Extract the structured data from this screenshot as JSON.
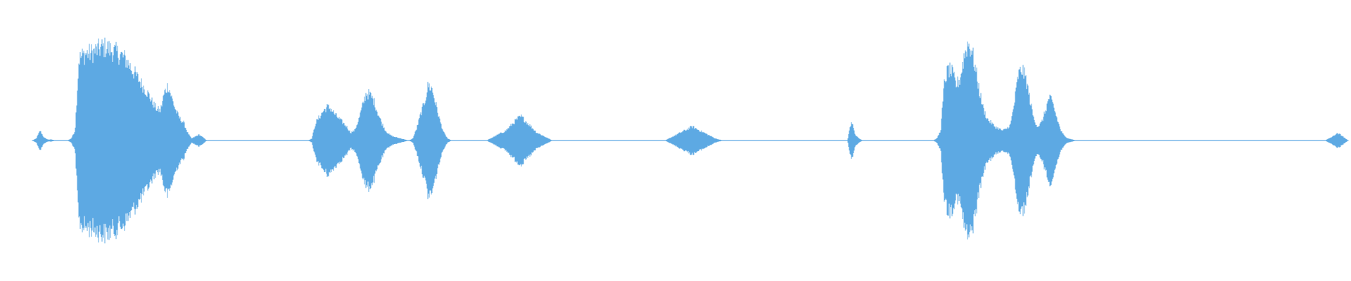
{
  "waveform": {
    "color": "#5DA9E3",
    "background": "#FFFFFF",
    "amplitude_profile": [
      0.0,
      0.02,
      0.1,
      0.03,
      0.01,
      0.01,
      0.0,
      0.0,
      0.0,
      0.0,
      0.02,
      0.1,
      0.82,
      0.86,
      0.88,
      0.88,
      0.9,
      0.92,
      0.94,
      0.94,
      0.92,
      0.9,
      0.88,
      0.86,
      0.82,
      0.76,
      0.7,
      0.64,
      0.58,
      0.52,
      0.46,
      0.38,
      0.32,
      0.3,
      0.48,
      0.56,
      0.42,
      0.3,
      0.22,
      0.18,
      0.08,
      0.02,
      0.04,
      0.06,
      0.03,
      0.0,
      0.0,
      0.0,
      0.0,
      0.0,
      0.0,
      0.0,
      0.0,
      0.0,
      0.0,
      0.0,
      0.0,
      0.0,
      0.0,
      0.0,
      0.0,
      0.0,
      0.0,
      0.0,
      0.0,
      0.0,
      0.0,
      0.0,
      0.0,
      0.0,
      0.0,
      0.0,
      0.02,
      0.18,
      0.24,
      0.3,
      0.34,
      0.32,
      0.26,
      0.22,
      0.18,
      0.14,
      0.08,
      0.1,
      0.2,
      0.34,
      0.48,
      0.46,
      0.4,
      0.28,
      0.18,
      0.1,
      0.06,
      0.04,
      0.03,
      0.02,
      0.01,
      0.0,
      0.02,
      0.12,
      0.26,
      0.38,
      0.56,
      0.52,
      0.36,
      0.2,
      0.08,
      0.02,
      0.0,
      0.0,
      0.0,
      0.0,
      0.0,
      0.0,
      0.0,
      0.0,
      0.0,
      0.0,
      0.02,
      0.04,
      0.06,
      0.08,
      0.1,
      0.14,
      0.18,
      0.22,
      0.24,
      0.2,
      0.16,
      0.12,
      0.08,
      0.06,
      0.04,
      0.02,
      0.0,
      0.0,
      0.0,
      0.0,
      0.0,
      0.0,
      0.0,
      0.0,
      0.0,
      0.0,
      0.0,
      0.0,
      0.0,
      0.0,
      0.0,
      0.0,
      0.0,
      0.0,
      0.0,
      0.0,
      0.0,
      0.0,
      0.0,
      0.0,
      0.0,
      0.0,
      0.0,
      0.0,
      0.0,
      0.0,
      0.02,
      0.04,
      0.06,
      0.08,
      0.1,
      0.12,
      0.14,
      0.12,
      0.1,
      0.08,
      0.06,
      0.04,
      0.02,
      0.01,
      0.0,
      0.0,
      0.0,
      0.0,
      0.0,
      0.0,
      0.0,
      0.0,
      0.0,
      0.0,
      0.0,
      0.0,
      0.0,
      0.0,
      0.0,
      0.0,
      0.0,
      0.0,
      0.0,
      0.0,
      0.0,
      0.0,
      0.0,
      0.0,
      0.0,
      0.0,
      0.0,
      0.0,
      0.0,
      0.0,
      0.0,
      0.0,
      0.0,
      0.2,
      0.06,
      0.02,
      0.0,
      0.0,
      0.0,
      0.0,
      0.0,
      0.0,
      0.0,
      0.0,
      0.0,
      0.0,
      0.0,
      0.0,
      0.0,
      0.0,
      0.0,
      0.0,
      0.0,
      0.0,
      0.0,
      0.02,
      0.1,
      0.6,
      0.72,
      0.68,
      0.56,
      0.62,
      0.84,
      0.98,
      0.92,
      0.72,
      0.5,
      0.32,
      0.22,
      0.18,
      0.14,
      0.12,
      0.1,
      0.12,
      0.16,
      0.38,
      0.66,
      0.72,
      0.62,
      0.42,
      0.22,
      0.14,
      0.18,
      0.3,
      0.44,
      0.36,
      0.22,
      0.1,
      0.04,
      0.02,
      0.01,
      0.0,
      0.0,
      0.0,
      0.0,
      0.0,
      0.0,
      0.0,
      0.0,
      0.0,
      0.0,
      0.0,
      0.0,
      0.0,
      0.0,
      0.0,
      0.0,
      0.0,
      0.0,
      0.0,
      0.0,
      0.0,
      0.0,
      0.0,
      0.0,
      0.0,
      0.0,
      0.0,
      0.0,
      0.0,
      0.0,
      0.0,
      0.0,
      0.0,
      0.0,
      0.0,
      0.0,
      0.0,
      0.0,
      0.0,
      0.0,
      0.0,
      0.0,
      0.0,
      0.0,
      0.0,
      0.0,
      0.0,
      0.0,
      0.0,
      0.0,
      0.0,
      0.0,
      0.0,
      0.0,
      0.0,
      0.0,
      0.0,
      0.0,
      0.0,
      0.0,
      0.0,
      0.0,
      0.0,
      0.0,
      0.0,
      0.02,
      0.04,
      0.07,
      0.06,
      0.03,
      0.0
    ]
  }
}
